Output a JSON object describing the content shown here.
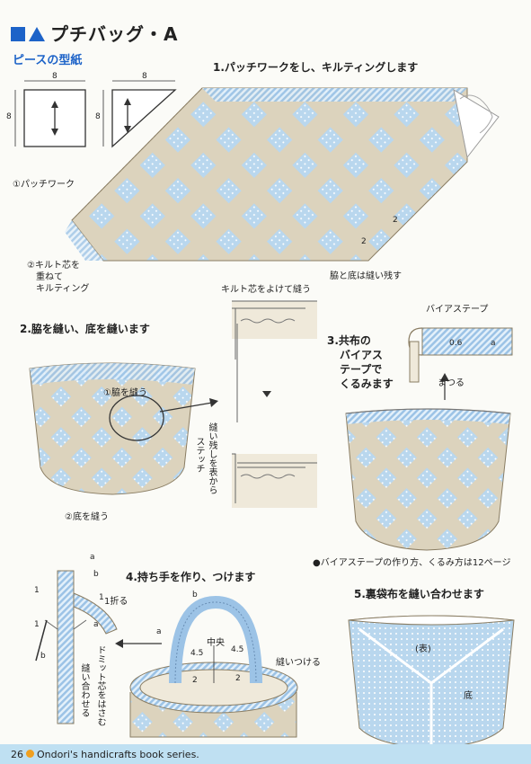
{
  "title": {
    "text": "プチバッグ・A"
  },
  "pattern": {
    "heading": "ピースの型紙",
    "square_w": "8",
    "square_h": "8",
    "tri_w": "8",
    "tri_h": "8"
  },
  "step1": {
    "heading": "1.パッチワークをし、キルティングします",
    "label_patchwork": "①パッチワーク",
    "label_quilt_1": "②キルト芯を",
    "label_quilt_2": "重ねて",
    "label_quilt_3": "キルティング",
    "dim_a": "2",
    "dim_b": "2",
    "label_leave": "脇と底は縫い残す"
  },
  "step2": {
    "heading": "2.脇を縫い、底を縫います",
    "label_side": "①脇を縫う",
    "label_bottom": "②底を縫う",
    "label_avoid": "キルト芯をよけて縫う",
    "label_stitch_1": "縫い残しを表から",
    "label_stitch_2": "ステッチ"
  },
  "step3": {
    "heading_1": "3.共布の",
    "heading_2": "バイアス",
    "heading_3": "テープで",
    "heading_4": "くるみます",
    "label_bias": "バイアステープ",
    "dim": "0.6",
    "mark_a": "a",
    "label_matsuru": "まつる"
  },
  "note": {
    "text": "●バイアステープの作り方、くるみ方は12ページ"
  },
  "step4": {
    "heading": "4.持ち手を作り、つけます",
    "mark_a1": "a",
    "mark_a2": "a",
    "mark_a3": "a",
    "mark_b1": "b",
    "mark_b2": "b",
    "mark_b3": "b",
    "dim_1a": "1",
    "dim_1b": "1",
    "dim_1c": "1",
    "label_fold": "1折る",
    "label_sew_1": "縫い合わせる",
    "label_insert": "ドミット芯をはさむ",
    "label_center": "中央",
    "dim_45a": "4.5",
    "dim_45b": "4.5",
    "dim_2a": "2",
    "dim_2b": "2",
    "label_attach": "縫いつける"
  },
  "step5": {
    "heading": "5.裏袋布を縫い合わせます",
    "label_front": "(表)",
    "label_bottom": "底"
  },
  "footer": {
    "page": "26",
    "series": "Ondori's handicrafts book series."
  },
  "colors": {
    "blue": "#1d63c8",
    "beige": "#dcd3bd",
    "dot_blue": "#b9d7ee",
    "stripe_blue": "#9cc3e6",
    "footer": "#bfe0f2"
  }
}
